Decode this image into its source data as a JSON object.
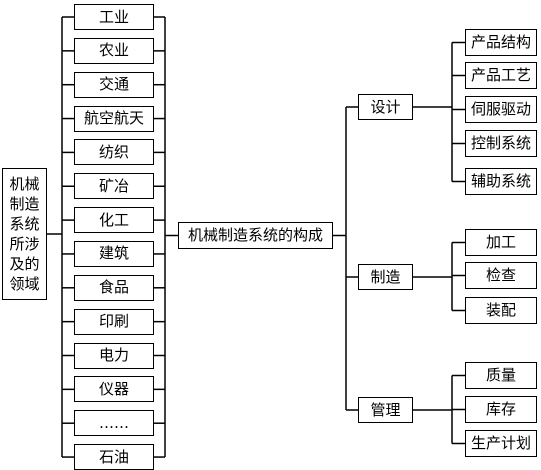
{
  "root": {
    "label": "机械制造系统所涉及的领域"
  },
  "domains": [
    "工业",
    "农业",
    "交通",
    "航空航天",
    "纺织",
    "矿冶",
    "化工",
    "建筑",
    "食品",
    "印刷",
    "电力",
    "仪器",
    "……",
    "石油"
  ],
  "center": {
    "label": "机械制造系统的构成"
  },
  "branches": [
    {
      "label": "设计",
      "children": [
        "产品结构",
        "产品工艺",
        "伺服驱动",
        "控制系统",
        "辅助系统"
      ]
    },
    {
      "label": "制造",
      "children": [
        "加工",
        "检查",
        "装配"
      ]
    },
    {
      "label": "管理",
      "children": [
        "质量",
        "库存",
        "生产计划"
      ]
    }
  ]
}
